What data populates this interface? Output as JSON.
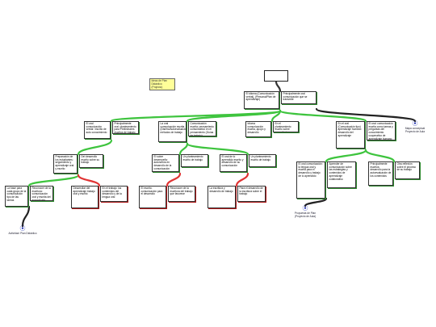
{
  "chart_data": {
    "type": "diagram",
    "root": "",
    "note": "Ideas de Plan Didáctico (Projecto)",
    "nodes": [
      {
        "id": "a1",
        "tone": "green",
        "p1": "El idioma  (Comunicación verbal), (Personal/Plan de aprendizaje)",
        "p2": "Principalmente oral comunicación que se transmite"
      },
      {
        "id": "b1",
        "tone": "green",
        "p1": "El oral comunicación verbal / escrito de auto conocimiento",
        "p2": "Principalmente oral: planteamiento para Preliminares escritos de trabajo y contenidos"
      },
      {
        "id": "b2",
        "tone": "green",
        "p1": "La oral comunicación escrita (Diseño/Autoevaluación) métodos de trabajo",
        "p2": "Comunicación escrita: pensamiento comunicativo en el pensamiento (Guías de trabajo)"
      },
      {
        "id": "b3",
        "tone": "green",
        "p1": "Idioma comunicación escrita, apoyo y desarrollo",
        "p2": "En el planteamiento escrito sobre aprendizaje"
      },
      {
        "id": "b4",
        "tone": "green",
        "p1": "En el oral (Comunicación tipo) aprendizaje humano desarrollo del aprendizaje",
        "p2": "El oral: comunicación escrita como tareas y preguntas del conocimiento cooperativo de aprendizaje humano"
      },
      {
        "id": "c1",
        "tone": "green",
        "p1": "Preparación de los estudiantes: seguimiento y aprendizaje oral y escrito",
        "p2": "Del desarrollo escrito sobre su trabajo"
      },
      {
        "id": "c2",
        "tone": "green",
        "p1": "El sobre desempeño: autonomía en desarrollo de la comunicación",
        "p2": "Un planteamiento escrito de trabajo"
      },
      {
        "id": "c3",
        "tone": "green",
        "p1": "El oral de lo aprendido escrito y desarrollo de su comunicación",
        "p2": "Un planteamiento escrito de trabajo"
      },
      {
        "id": "c4",
        "tone": "green",
        "p1": "El oral comunicación: la lengua oral y escrita para el desarrollo y trabajo de lo aprendido",
        "p2": "Aprender de comunicación sobre las estrategias y contenidos de aprendizaje colaborativo"
      },
      {
        "id": "c5",
        "tone": "green",
        "p1": "Principalmente escritos: desarrollo para la autoevaluación de los contenidos",
        "p2": "Otra reflexión sobre el proceso de su trabajo"
      },
      {
        "id": "d1",
        "tone": "green",
        "p1": "La base para cada grupo de la comunicación tipo de las tareas",
        "p2": "Reconocer de la escritura: comunicación oral y escrita del aprendizaje trabajo"
      },
      {
        "id": "d2",
        "tone": "red",
        "p1": "Desarrollar del aprendizaje trabajo oral y escrito",
        "p2": "En el trabajo: los contenidos del desarrollo y de la lengua oral"
      },
      {
        "id": "d3",
        "tone": "red",
        "p1": "El escrito: comunicación para el desarrollo",
        "p2": "Reconocer de la escritura del trabajo que favorece"
      },
      {
        "id": "d4",
        "tone": "red",
        "p1": "La escritura y desarrollo de trabajo",
        "p2": "Para el desarrollo de la escritura sobre el trabajo"
      }
    ],
    "shortcuts": [
      {
        "icon": "globe-icon",
        "label": "Mapa conceptual Proyecto de Aula"
      },
      {
        "icon": "globe-icon",
        "label": "Actividad: Plan Didáctico"
      },
      {
        "icon": "globe-icon",
        "label": "Propuesta de Plan (Proyecto de Aula)"
      }
    ],
    "colors": {
      "green": "#3ec43e",
      "red": "#e03434",
      "note": "#ffff99",
      "link_icon": "#1a2ab0"
    }
  }
}
